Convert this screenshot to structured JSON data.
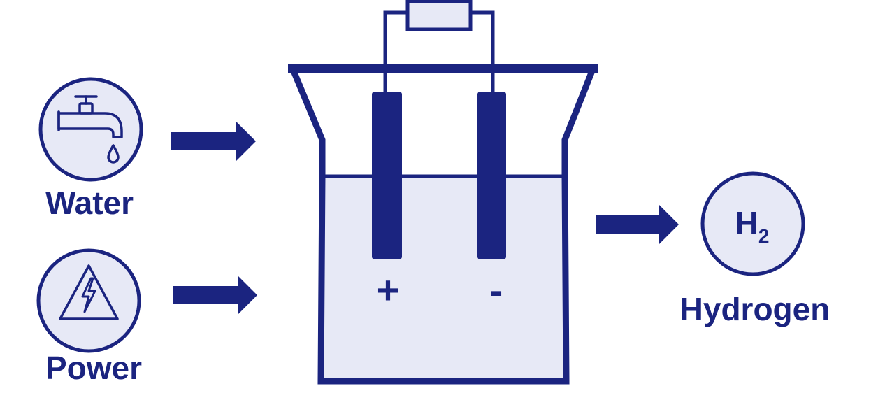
{
  "colors": {
    "primary": "#1b2480",
    "fill_light": "#e7e9f6",
    "background": "#ffffff"
  },
  "inputs": {
    "water": {
      "label": "Water",
      "icon": "faucet-icon"
    },
    "power": {
      "label": "Power",
      "icon": "high-voltage-icon"
    }
  },
  "electrolyser": {
    "anode_sign": "+",
    "cathode_sign": "-"
  },
  "output": {
    "symbol": "H",
    "subscript": "2",
    "label": "Hydrogen"
  }
}
